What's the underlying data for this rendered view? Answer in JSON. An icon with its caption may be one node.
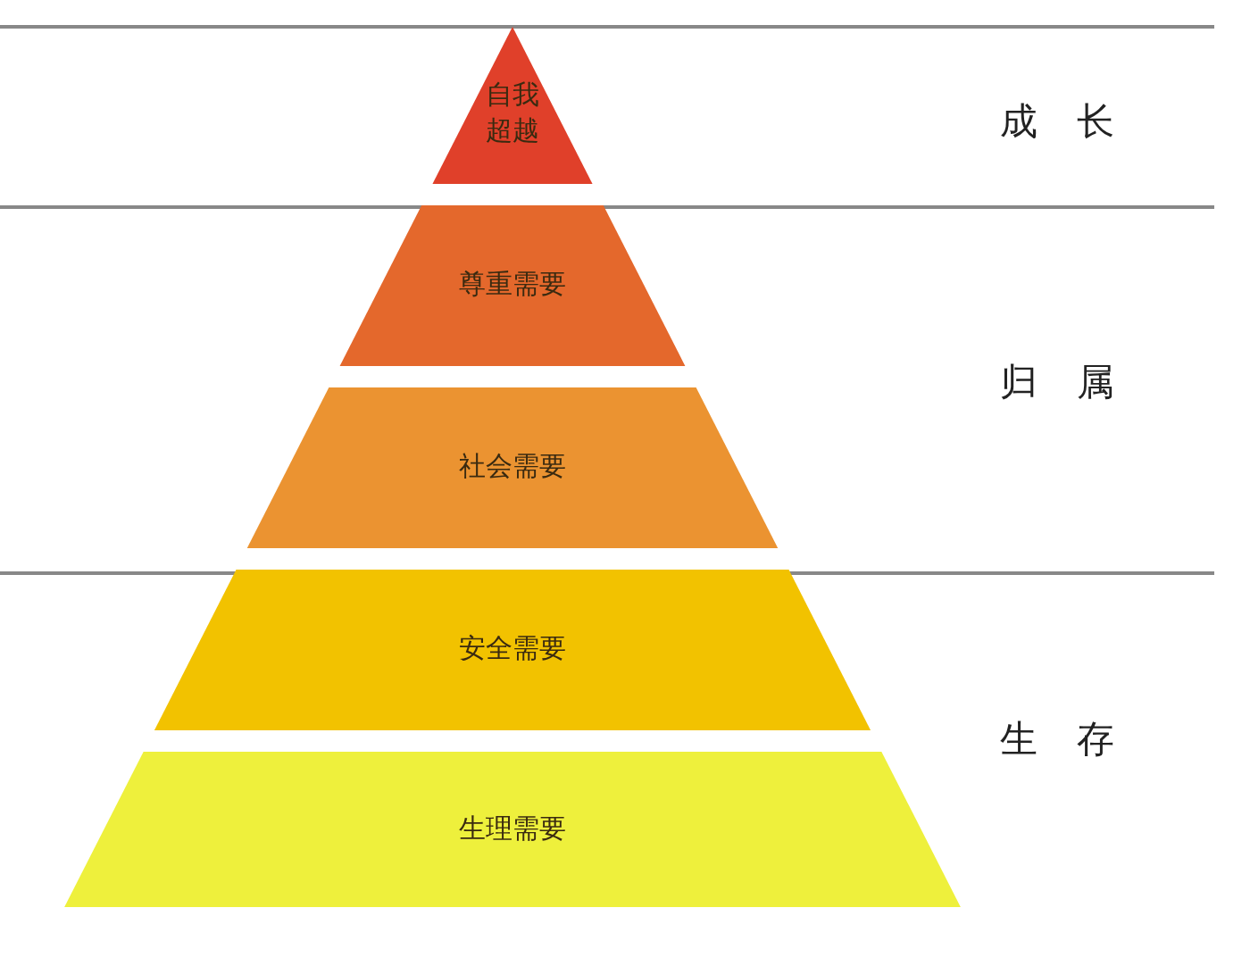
{
  "diagram": {
    "nodes": [
      {
        "text": [
          "自我超越"
        ]
      },
      {
        "text": [
          "尊重需要"
        ]
      },
      {
        "text": [
          "社会需要"
        ]
      },
      {
        "text": [
          "安全需要"
        ]
      },
      {
        "text": [
          "生理需要"
        ]
      }
    ],
    "labels": [
      "成长",
      "归属",
      "生存"
    ]
  }
}
